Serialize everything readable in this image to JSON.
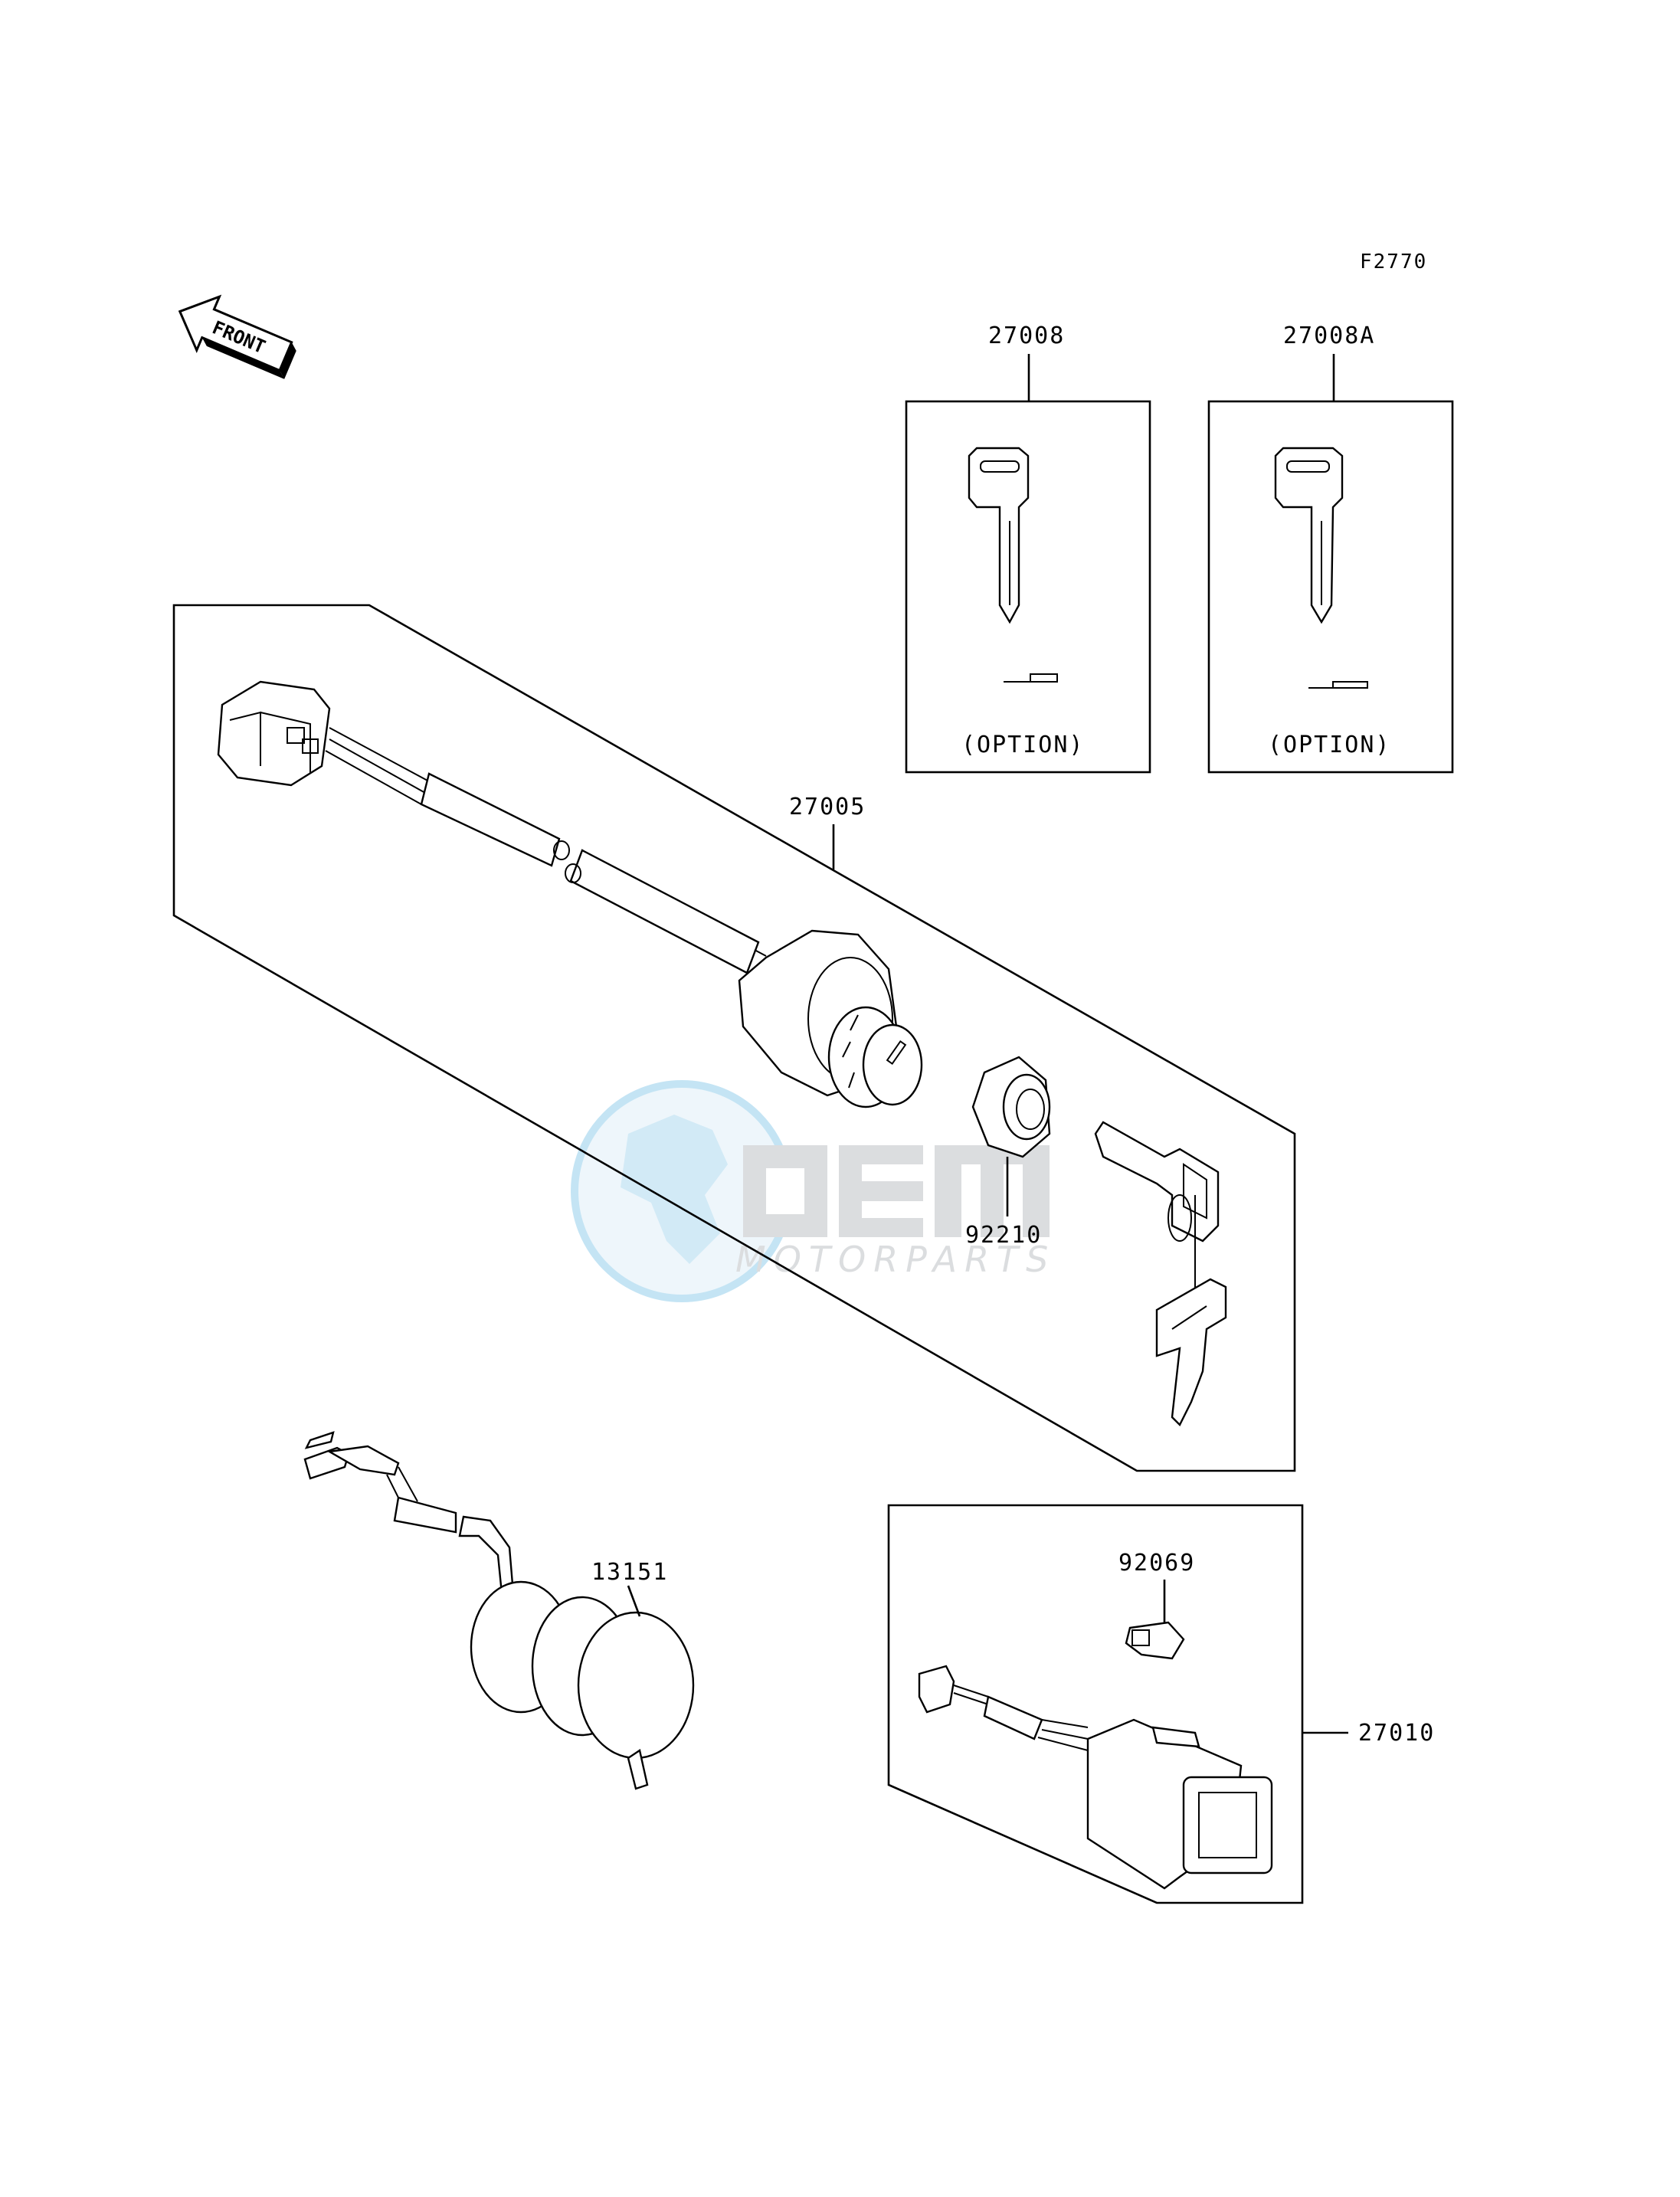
{
  "figure_code": "F2770",
  "front_arrow": {
    "label": "FRONT"
  },
  "parts": [
    {
      "number": "27008",
      "note": "(OPTION)"
    },
    {
      "number": "27008A",
      "note": "(OPTION)"
    },
    {
      "number": "27005"
    },
    {
      "number": "92210"
    },
    {
      "number": "13151"
    },
    {
      "number": "92069"
    },
    {
      "number": "27010"
    }
  ],
  "watermark": {
    "brand": "OEM",
    "sub": "MOTORPARTS",
    "color": "#5ab4e0"
  }
}
